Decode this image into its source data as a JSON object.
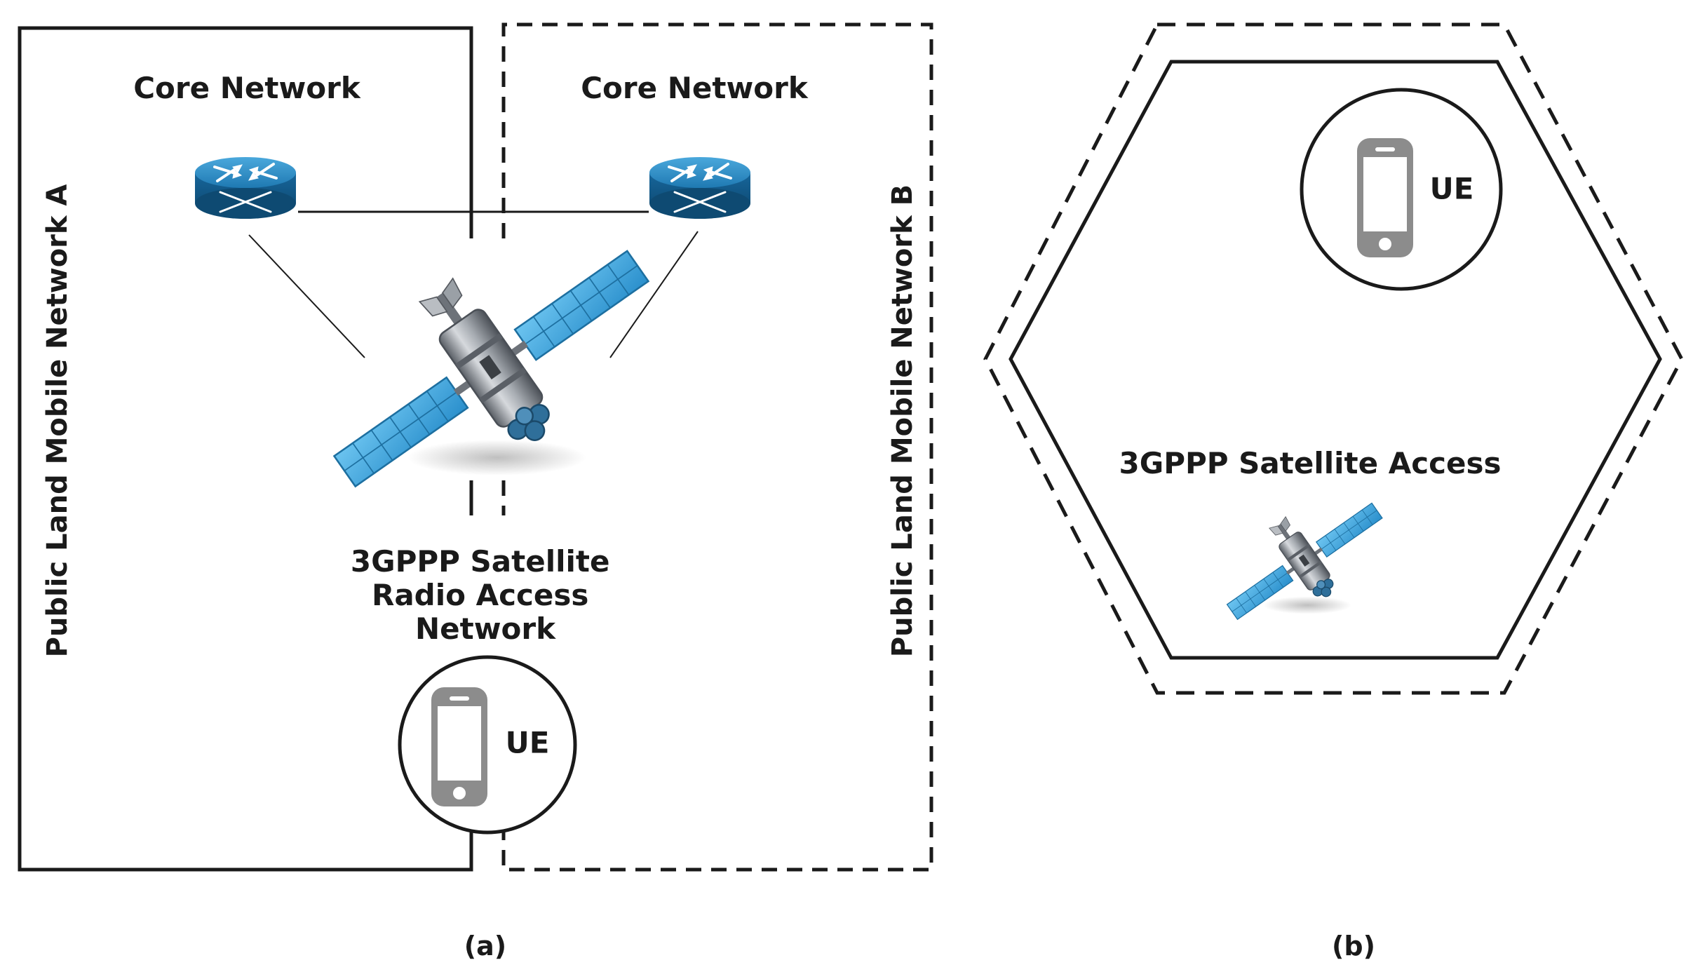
{
  "panel_a": {
    "plmn_a_label": "Public Land Mobile Network A",
    "plmn_b_label": "Public Land Mobile Network B",
    "core_network_a_label": "Core Network",
    "core_network_b_label": "Core Network",
    "ran_label_lines": [
      "3GPPP Satellite",
      "Radio Access",
      "Network"
    ],
    "ue_label": "UE",
    "caption": "(a)"
  },
  "panel_b": {
    "access_label": "3GPPP Satellite Access",
    "ue_label": "UE",
    "caption": "(b)"
  },
  "colors": {
    "router_blue": "#1a6fa6",
    "router_blue_light": "#3d9ad2",
    "satellite_panel": "#3fa5e0",
    "satellite_body": "#8a8f96",
    "phone_gray": "#8c8c8c",
    "line": "#1a1a1a"
  },
  "icons": [
    "router-icon",
    "satellite-icon",
    "smartphone-icon"
  ]
}
